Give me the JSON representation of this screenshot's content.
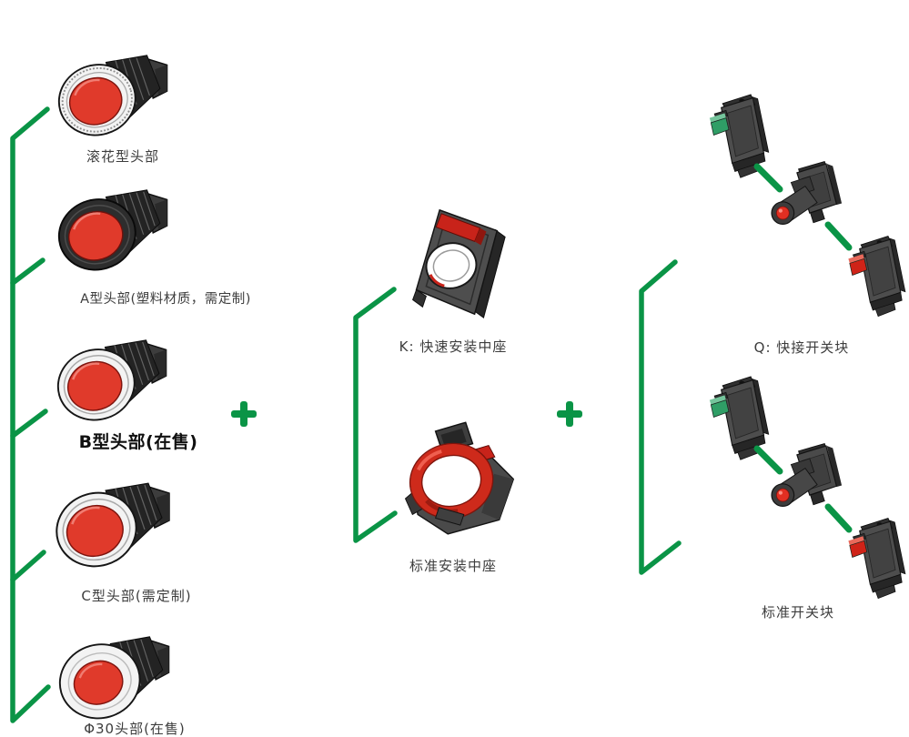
{
  "diagram": {
    "accent_green": "#0a9446",
    "button_red": "#e03a2b",
    "plus_symbols": [
      {
        "glyph": "+"
      },
      {
        "glyph": "+"
      }
    ],
    "heads": {
      "items": [
        {
          "label": "滚花型头部",
          "emphasis": false
        },
        {
          "label": "A型头部(塑料材质，需定制)",
          "emphasis": false
        },
        {
          "label": "B型头部(在售)",
          "emphasis": true
        },
        {
          "label": "C型头部(需定制)",
          "emphasis": false
        },
        {
          "label": "Φ30头部(在售)",
          "emphasis": false
        }
      ]
    },
    "bases": {
      "items": [
        {
          "label": "K: 快速安装中座"
        },
        {
          "label": "标准安装中座"
        }
      ]
    },
    "switch_blocks": {
      "items": [
        {
          "label": "Q: 快接开关块"
        },
        {
          "label": "标准开关块"
        }
      ]
    }
  }
}
